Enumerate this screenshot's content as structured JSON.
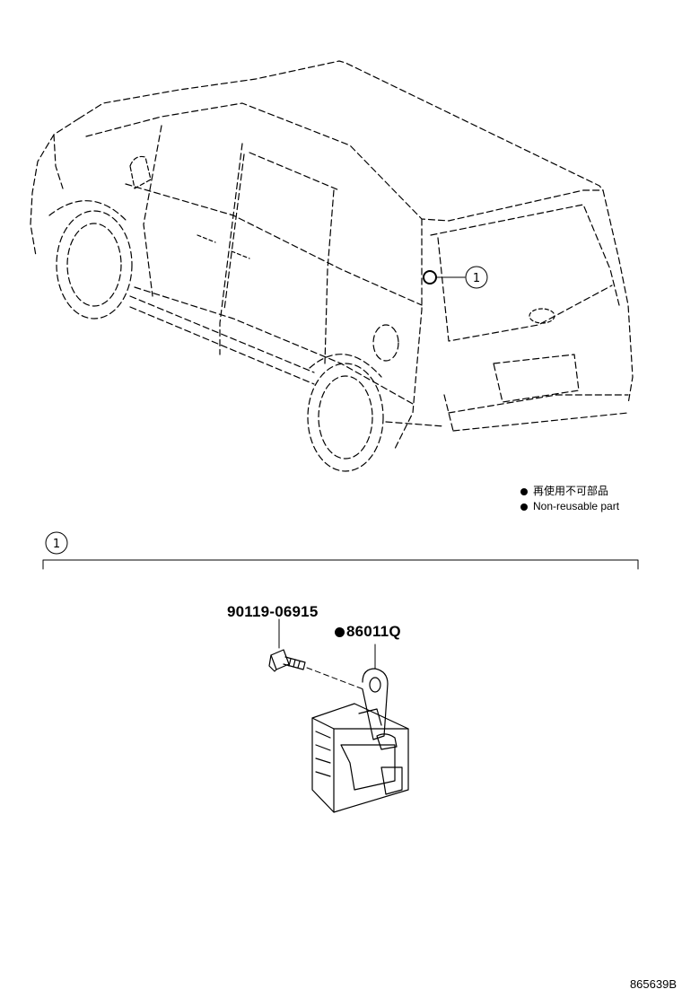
{
  "legend": {
    "line1": "再使用不可部品",
    "line2": "Non-reusable part"
  },
  "callouts": {
    "vehicle_callout": "1",
    "section_callout": "1"
  },
  "parts": {
    "bolt_number": "90119-06915",
    "module_number": "86011Q"
  },
  "reference_code": "865639B",
  "colors": {
    "line": "#000000",
    "background": "#ffffff"
  }
}
